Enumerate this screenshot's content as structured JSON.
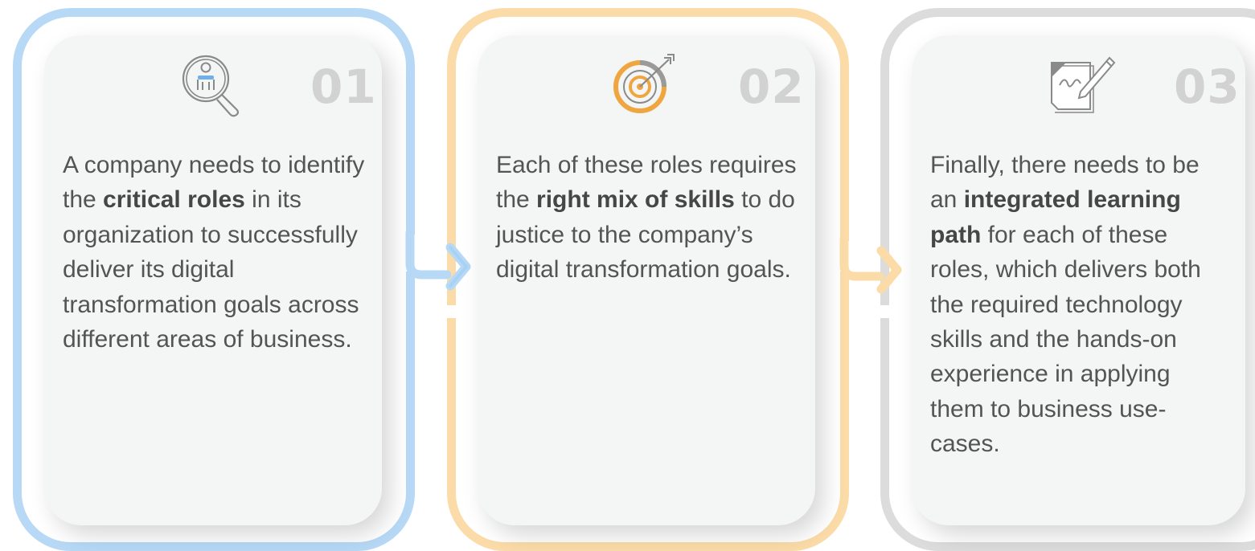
{
  "steps": [
    {
      "number": "01",
      "icon": "person-search-icon",
      "accent": "#b7d9f6",
      "text_before": "A company needs to identify the ",
      "highlight": "critical roles",
      "text_after": " in its organization to successfully deliver its digital transformation goals across different areas of business."
    },
    {
      "number": "02",
      "icon": "target-arrow-icon",
      "accent": "#fbdca8",
      "text_before": "Each of these roles requires the ",
      "highlight": "right mix of skills",
      "text_after": " to do justice to the company’s digital transformation goals."
    },
    {
      "number": "03",
      "icon": "signed-document-pen-icon",
      "accent": "#dcdcdc",
      "text_before": "Finally, there needs to be an ",
      "highlight": "integrated learning path",
      "text_after": " for each of these roles, which delivers both the required technology skills and the hands-on experience in applying them to business use-cases."
    }
  ],
  "colors": {
    "blue": "#b7d9f6",
    "orange": "#fbdca8",
    "grey": "#dcdcdc",
    "card": "#f4f5f5",
    "number": "#d2d2d2",
    "text": "#545454"
  }
}
